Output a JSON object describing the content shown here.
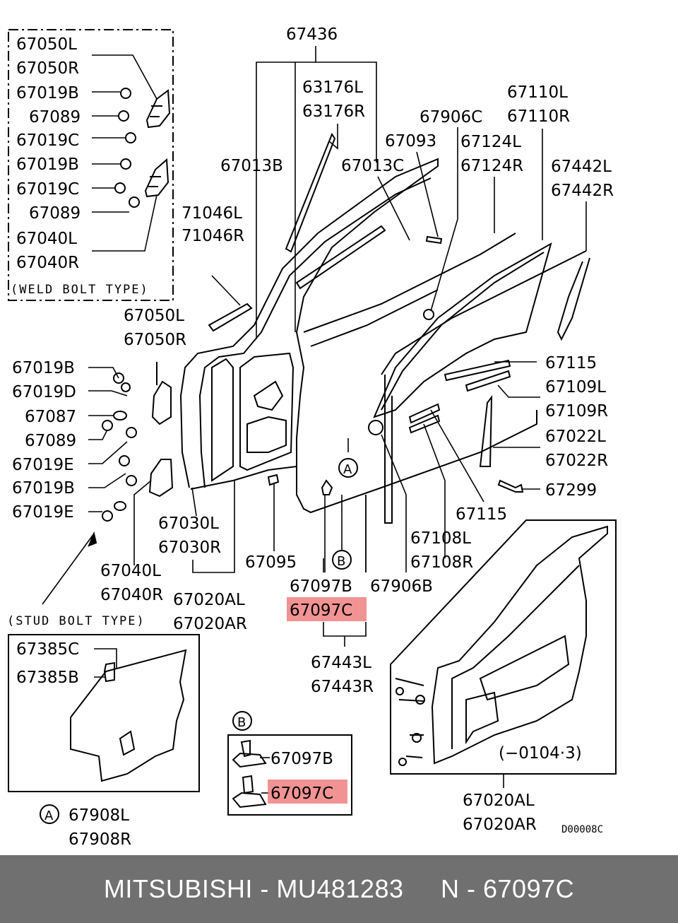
{
  "labels": {
    "p67436": "67436",
    "p67050L_a": "67050L",
    "p67050R_a": "67050R",
    "p67019B_a": "67019B",
    "p67089_a": "67089",
    "p67019C_a": "67019C",
    "p67019B_b": "67019B",
    "p67019C_b": "67019C",
    "p67089_b": "67089",
    "p67040L_a": "67040L",
    "p67040R_a": "67040R",
    "weld": "(WELD BOLT TYPE)",
    "p63176L": "63176L",
    "p63176R": "63176R",
    "p67110L": "67110L",
    "p67110R": "67110R",
    "p67906C": "67906C",
    "p67013B": "67013B",
    "p67093": "67093",
    "p67013C": "67013C",
    "p67124L": "67124L",
    "p67124R": "67124R",
    "p67442L": "67442L",
    "p67442R": "67442R",
    "p71046L": "71046L",
    "p71046R": "71046R",
    "p67050L_b": "67050L",
    "p67050R_b": "67050R",
    "p67019B_c": "67019B",
    "p67019D": "67019D",
    "p67087": "67087",
    "p67089_c": "67089",
    "p67019E_a": "67019E",
    "p67019B_d": "67019B",
    "p67019E_b": "67019E",
    "p67115_a": "67115",
    "p67109L": "67109L",
    "p67109R": "67109R",
    "p67022L": "67022L",
    "p67022R": "67022R",
    "p67299": "67299",
    "p67115_b": "67115",
    "p67030L": "67030L",
    "p67030R": "67030R",
    "p67095": "67095",
    "p67108L": "67108L",
    "p67108R": "67108R",
    "p67040L_b": "67040L",
    "p67040R_b": "67040R",
    "p67020AL_a": "67020AL",
    "p67020AR_a": "67020AR",
    "p67097B_a": "67097B",
    "p67906B": "67906B",
    "p67097C_a": "67097C",
    "p67443L": "67443L",
    "p67443R": "67443R",
    "stud": "(STUD BOLT TYPE)",
    "p67385C": "67385C",
    "p67385B": "67385B",
    "p67908L": "67908L",
    "p67908R": "67908R",
    "p67097B_b": "67097B",
    "p67097C_b": "67097C",
    "range": "(−0104·3)",
    "p67020AL_b": "67020AL",
    "p67020AR_b": "67020AR",
    "code": "D00008C",
    "A_1": "A",
    "A_2": "A",
    "B_1": "B",
    "B_2": "B"
  },
  "footer": {
    "brand": "MITSUBISHI",
    "sep1": " - ",
    "part_number": "MU481283",
    "gap": "     ",
    "ref_label": "N",
    "sep2": " - ",
    "ref_number": "67097C"
  },
  "colors": {
    "highlight": "#f08080",
    "footer_bg": "#707070"
  }
}
